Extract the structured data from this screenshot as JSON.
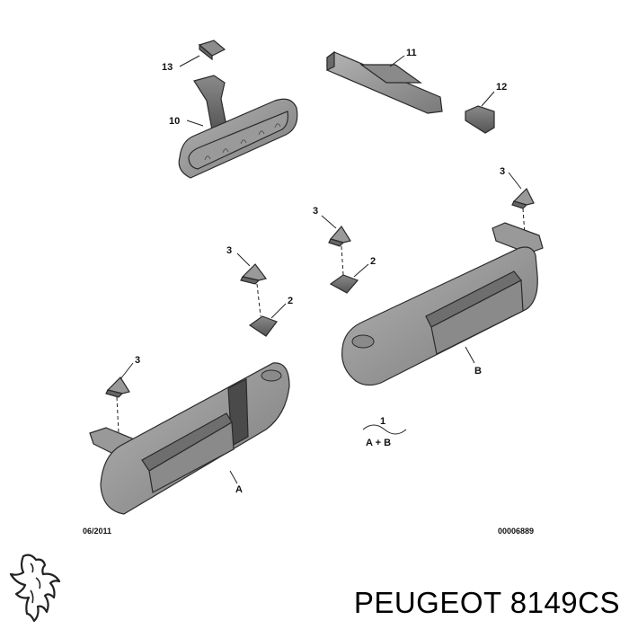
{
  "diagram": {
    "callouts": {
      "c13": "13",
      "c10": "10",
      "c11": "11",
      "c12": "12",
      "c3a": "3",
      "c3b": "3",
      "c3c": "3",
      "c3d": "3",
      "c2a": "2",
      "c2b": "2",
      "cA": "A",
      "cB": "B",
      "c1": "1",
      "c1sub": "A + B"
    },
    "date_code": "06/2011",
    "ref_code": "00006889"
  },
  "brand": {
    "logo_icon": "peugeot-lion-icon",
    "text": "PEUGEOT 8149CS"
  }
}
